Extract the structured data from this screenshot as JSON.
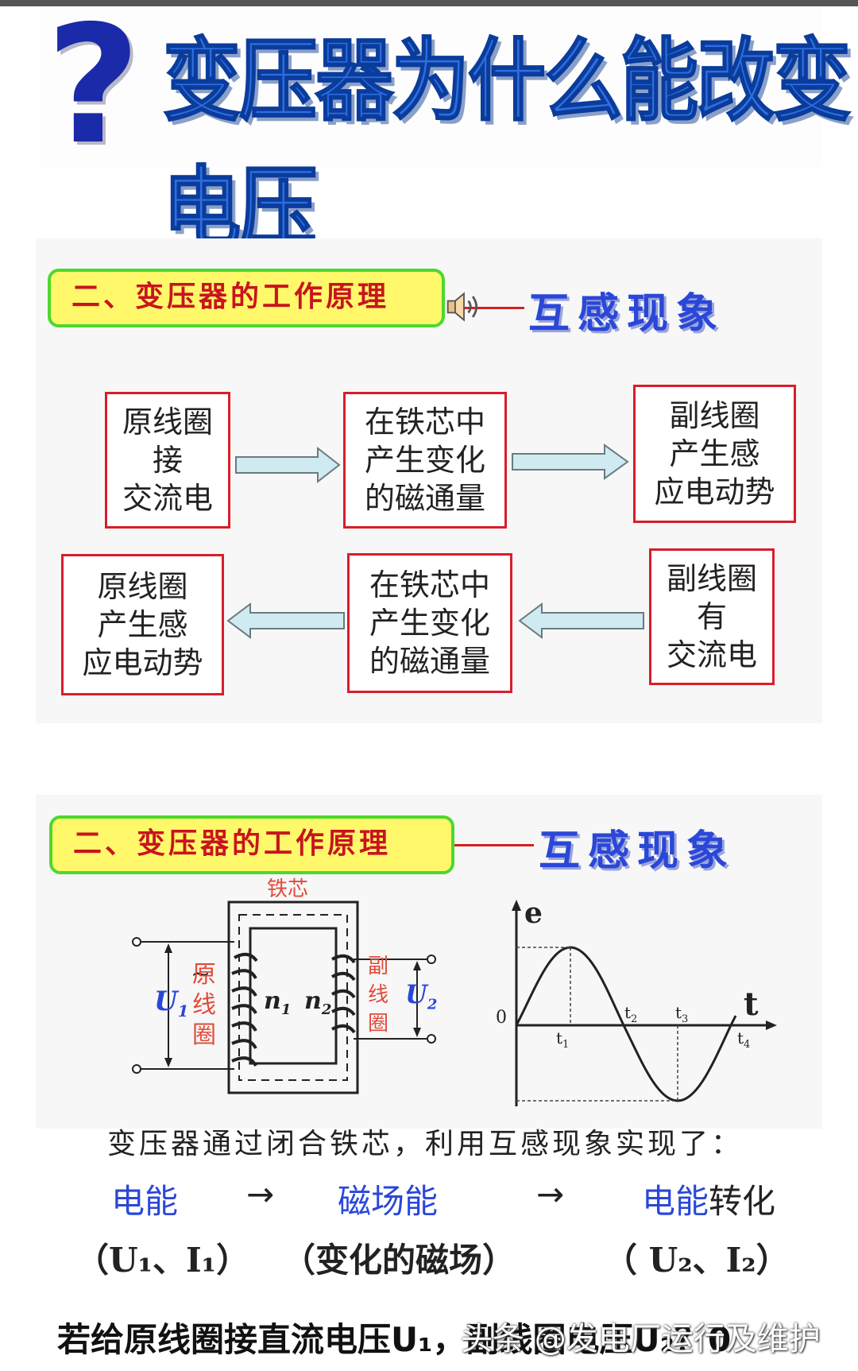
{
  "title": {
    "mark": "?",
    "text": "变压器为什么能改变电压"
  },
  "section1": {
    "banner": "二、变压器的工作原理",
    "mutual": "互感现象",
    "row1": [
      {
        "lines": [
          "原线圈",
          "接",
          "交流电"
        ]
      },
      {
        "lines": [
          "在铁芯中",
          "产生变化",
          "的磁通量"
        ]
      },
      {
        "lines": [
          "副线圈",
          "产生感",
          "应电动势"
        ]
      }
    ],
    "row2": [
      {
        "lines": [
          "原线圈",
          "产生感",
          "应电动势"
        ]
      },
      {
        "lines": [
          "在铁芯中",
          "产生变化",
          "的磁通量"
        ]
      },
      {
        "lines": [
          "副线圈",
          "有",
          "交流电"
        ]
      }
    ]
  },
  "section2": {
    "banner": "二、变压器的工作原理",
    "mutual": "互感现象",
    "diagram": {
      "core_label": "铁芯",
      "primary": [
        "原",
        "线",
        "圈"
      ],
      "secondary": [
        "副",
        "线",
        "圈"
      ],
      "u1": "U",
      "u1_sub": "1",
      "tilde": "~",
      "u2": "U",
      "u2_sub": "2",
      "n1": "n",
      "n1_sub": "1",
      "n2": "n",
      "n2_sub": "2"
    },
    "wave": {
      "e_label": "e",
      "t_label": "t",
      "zero": "0",
      "t1": "t",
      "t1_sub": "1",
      "t2": "t",
      "t2_sub": "2",
      "t3": "t",
      "t3_sub": "3",
      "t4": "t",
      "t4_sub": "4"
    },
    "caption": "变压器通过闭合铁芯，利用互感现象实现了：",
    "flow": {
      "e1": "电能",
      "arrow1": "→",
      "mag": "磁场能",
      "arrow2": "→",
      "e2a": "电能",
      "e2b": "转化"
    },
    "paren": {
      "p1": "（U₁、I₁）",
      "p2": "（变化的磁场）",
      "p3": "（ U₂、I₂）"
    },
    "bottom": "若给原线圈接直流电压U₁，副线圈电压U₂？0",
    "watermark": "头条 @发电厂运行及维护"
  },
  "colors": {
    "red_box": "#d81e2a",
    "blue": "#2a47d8",
    "banner_bg": "#fff86a",
    "banner_border": "#4cd82e"
  }
}
